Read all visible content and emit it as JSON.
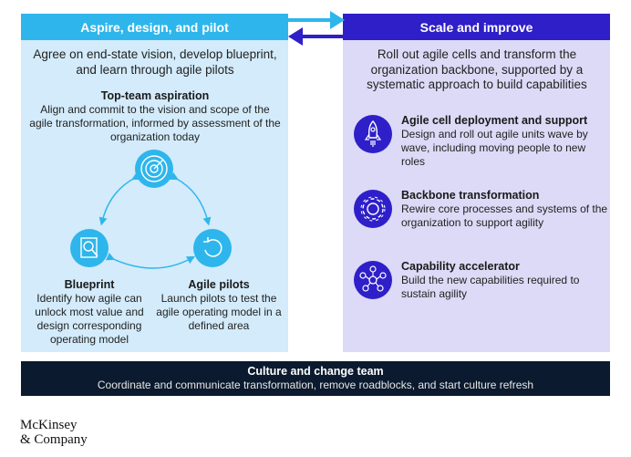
{
  "left": {
    "header": "Aspire, design, and pilot",
    "intro": "Agree on end-state vision, develop blueprint, and learn through agile pilots",
    "top_team": {
      "title": "Top-team aspiration",
      "desc": "Align and commit to the vision and scope of the agile transformation, informed by assessment of the organization today"
    },
    "blueprint": {
      "title": "Blueprint",
      "desc": "Identify how agile can unlock most value and design corresponding operating model"
    },
    "pilots": {
      "title": "Agile pilots",
      "desc": "Launch pilots to test the agile operating model in a defined area"
    }
  },
  "right": {
    "header": "Scale and improve",
    "intro": "Roll out agile cells and transform the organization backbone, supported by a systematic approach to build capabilities",
    "items": [
      {
        "title": "Agile cell deployment and support",
        "desc": "Design and roll out agile units wave by wave, including moving people to new roles",
        "icon": "rocket-icon"
      },
      {
        "title": "Backbone transformation",
        "desc": "Rewire core processes and systems of the organization to support agility",
        "icon": "gear-icon"
      },
      {
        "title": "Capability accelerator",
        "desc": "Build the new capabilities required to sustain agility",
        "icon": "people-network-icon"
      }
    ]
  },
  "bottom": {
    "title": "Culture and change team",
    "desc": "Coordinate and communicate transformation, remove roadblocks, and start culture refresh"
  },
  "logo": {
    "line1": "McKinsey",
    "line2": "& Company"
  },
  "colors": {
    "left_header": "#2eb6ec",
    "left_panel": "#d3ebfa",
    "right_header": "#2e1fc9",
    "right_panel": "#dcdaf6",
    "bottom_bar": "#0b1a2e"
  }
}
